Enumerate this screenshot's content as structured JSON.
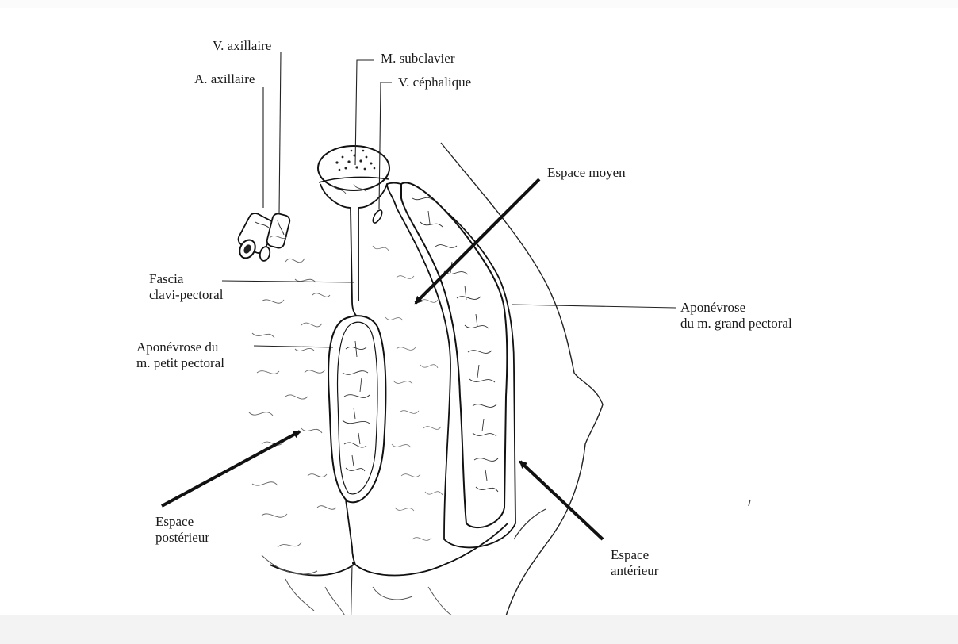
{
  "colors": {
    "background": "#ffffff",
    "ink": "#1a1a1a",
    "arrow": "#111111"
  },
  "labels": {
    "v_axillaire": "V. axillaire",
    "a_axillaire": "A. axillaire",
    "m_subclavier": "M. subclavier",
    "v_cephalique": "V. céphalique",
    "espace_moyen": "Espace moyen",
    "fascia_line1": "Fascia",
    "fascia_line2": "clavi-pectoral",
    "apo_grand_line1": "Aponévrose",
    "apo_grand_line2": "du m. grand pectoral",
    "apo_petit_line1": "Aponévrose du",
    "apo_petit_line2": "m. petit pectoral",
    "espace_post_line1": "Espace",
    "espace_post_line2": "postérieur",
    "espace_ant_line1": "Espace",
    "espace_ant_line2": "antérieur"
  }
}
